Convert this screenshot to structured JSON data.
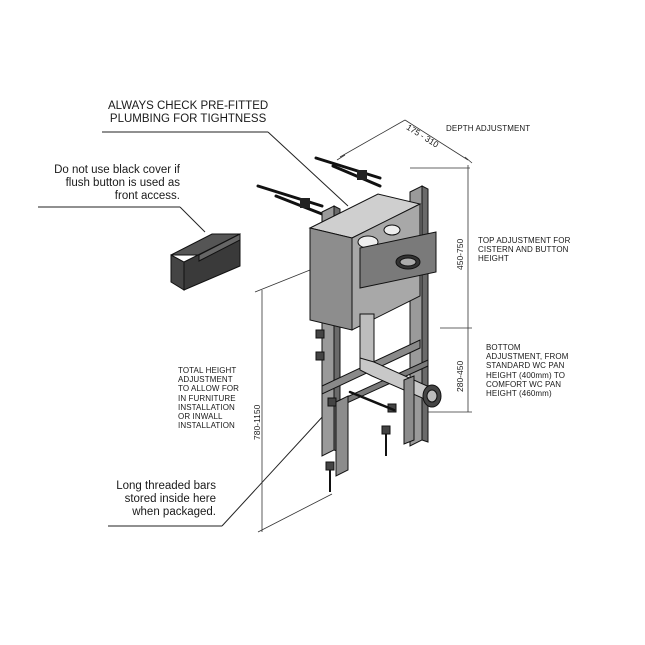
{
  "callouts": {
    "check_plumbing": "ALWAYS CHECK PRE-FITTED\nPLUMBING FOR TIGHTNESS",
    "black_cover": "Do not use black cover if\nflush button is used as\nfront access.",
    "threaded_bars": "Long threaded bars\nstored inside here\nwhen packaged."
  },
  "annotations": {
    "depth": "DEPTH ADJUSTMENT",
    "top": "TOP ADJUSTMENT FOR\nCISTERN AND BUTTON\nHEIGHT",
    "bottom": "BOTTOM\nADJUSTMENT, FROM\nSTANDARD WC PAN\nHEIGHT (400mm) TO\nCOMFORT WC PAN\nHEIGHT (460mm)",
    "total": "TOTAL HEIGHT\nADJUSTMENT\nTO ALLOW FOR\nIN FURNITURE\nINSTALLATION\nOR INWALL\nINSTALLATION"
  },
  "dimensions": {
    "depth_range": "175 - 310",
    "top_range": "450-750",
    "bottom_range": "280-450",
    "total_range": "780-1150"
  }
}
